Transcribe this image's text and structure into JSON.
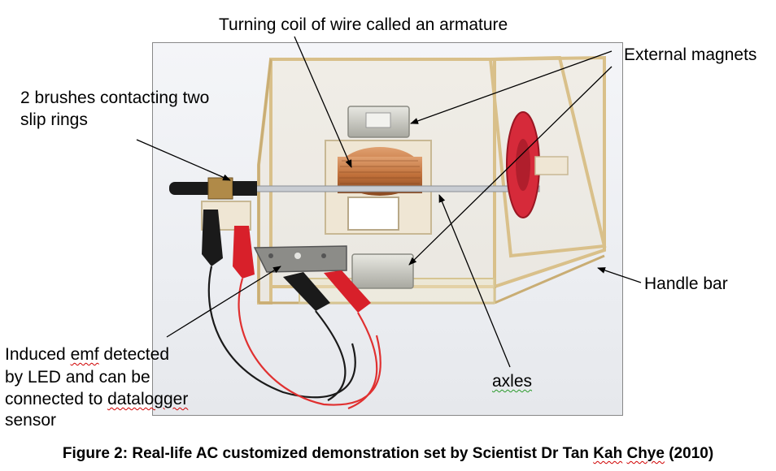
{
  "labels": {
    "armature": "Turning coil of wire called an armature",
    "magnets": "External magnets",
    "brushes_line1": "2 brushes contacting two",
    "brushes_line2": "slip rings",
    "handle": "Handle bar",
    "emf_line1_a": "Induced ",
    "emf_line1_b": "emf",
    "emf_line1_c": " detected",
    "emf_line2": "by LED and can be",
    "emf_line3_a": "connected to ",
    "emf_line3_b": "datalogger",
    "emf_line4": "sensor",
    "axles": "axles"
  },
  "caption": {
    "text_a": "Figure 2: Real-life AC customized demonstration set by Scientist Dr Tan ",
    "text_b": "Kah",
    "text_c": " ",
    "text_d": "Chye",
    "text_e": " (2010)"
  },
  "colors": {
    "copper": "#c0703a",
    "gear": "#d62a3a",
    "acrylic_edge": "#d9c08a",
    "clip_red": "#d8202a",
    "clip_black": "#1a1a1a",
    "wire_red": "#e03030",
    "magnet": "#c9c9c2"
  }
}
